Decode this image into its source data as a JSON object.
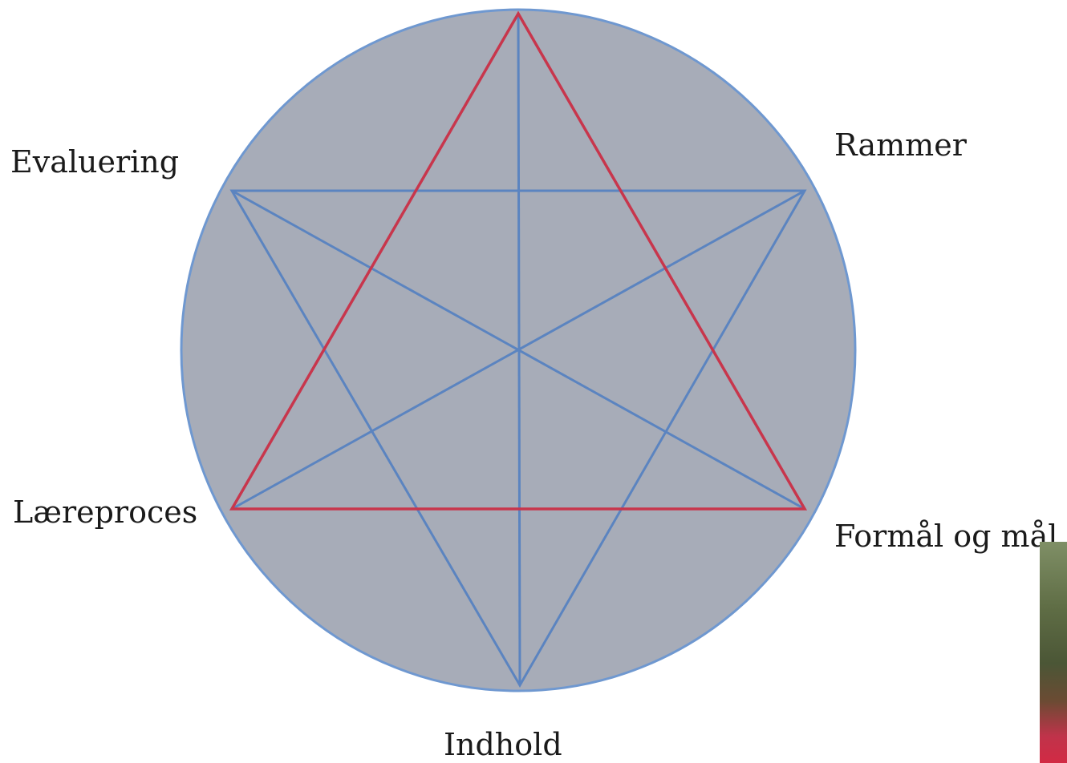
{
  "diagram": {
    "labels": {
      "evaluering": "Evaluering",
      "rammer": "Rammer",
      "laereproces": "Læreproces",
      "formaal_og_maal": "Formål og mål",
      "indhold": "Indhold"
    },
    "colors": {
      "circle_fill": "#a7acb8",
      "circle_stroke": "#6f98d0",
      "blue_lines": "#5b84c0",
      "red_triangle": "#c8364c",
      "text": "#1a1a1a"
    }
  }
}
